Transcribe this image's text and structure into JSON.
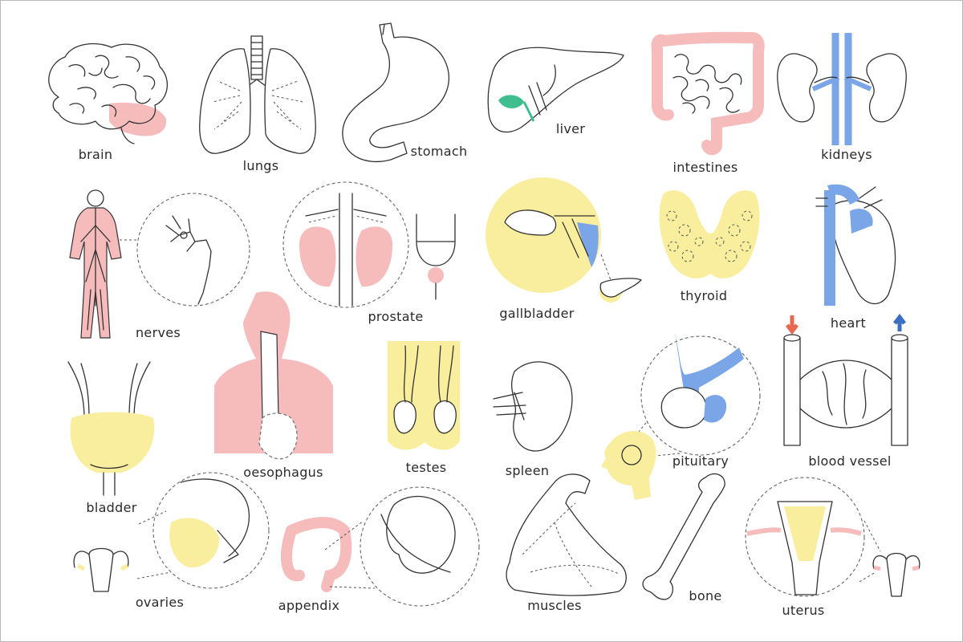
{
  "colors": {
    "pink": "#f6bcbc",
    "yellow": "#f8ee9e",
    "blue": "#7aa5e6",
    "green": "#3fbf8f",
    "red": "#e8674f",
    "darkblue": "#3a6fc2",
    "line": "#333333"
  },
  "organs": [
    {
      "id": "brain",
      "label": "brain"
    },
    {
      "id": "lungs",
      "label": "lungs"
    },
    {
      "id": "stomach",
      "label": "stomach"
    },
    {
      "id": "liver",
      "label": "liver"
    },
    {
      "id": "intestines",
      "label": "intestines"
    },
    {
      "id": "kidneys",
      "label": "kidneys"
    },
    {
      "id": "nerves",
      "label": "nerves"
    },
    {
      "id": "prostate",
      "label": "prostate"
    },
    {
      "id": "gallbladder",
      "label": "gallbladder"
    },
    {
      "id": "thyroid",
      "label": "thyroid"
    },
    {
      "id": "heart",
      "label": "heart"
    },
    {
      "id": "bladder",
      "label": "bladder"
    },
    {
      "id": "oesophagus",
      "label": "oesophagus"
    },
    {
      "id": "testes",
      "label": "testes"
    },
    {
      "id": "spleen",
      "label": "spleen"
    },
    {
      "id": "pituitary",
      "label": "pituitary"
    },
    {
      "id": "blood-vessel",
      "label": "blood  vessel"
    },
    {
      "id": "ovaries",
      "label": "ovaries"
    },
    {
      "id": "appendix",
      "label": "appendix"
    },
    {
      "id": "muscles",
      "label": "muscles"
    },
    {
      "id": "bone",
      "label": "bone"
    },
    {
      "id": "uterus",
      "label": "uterus"
    }
  ]
}
